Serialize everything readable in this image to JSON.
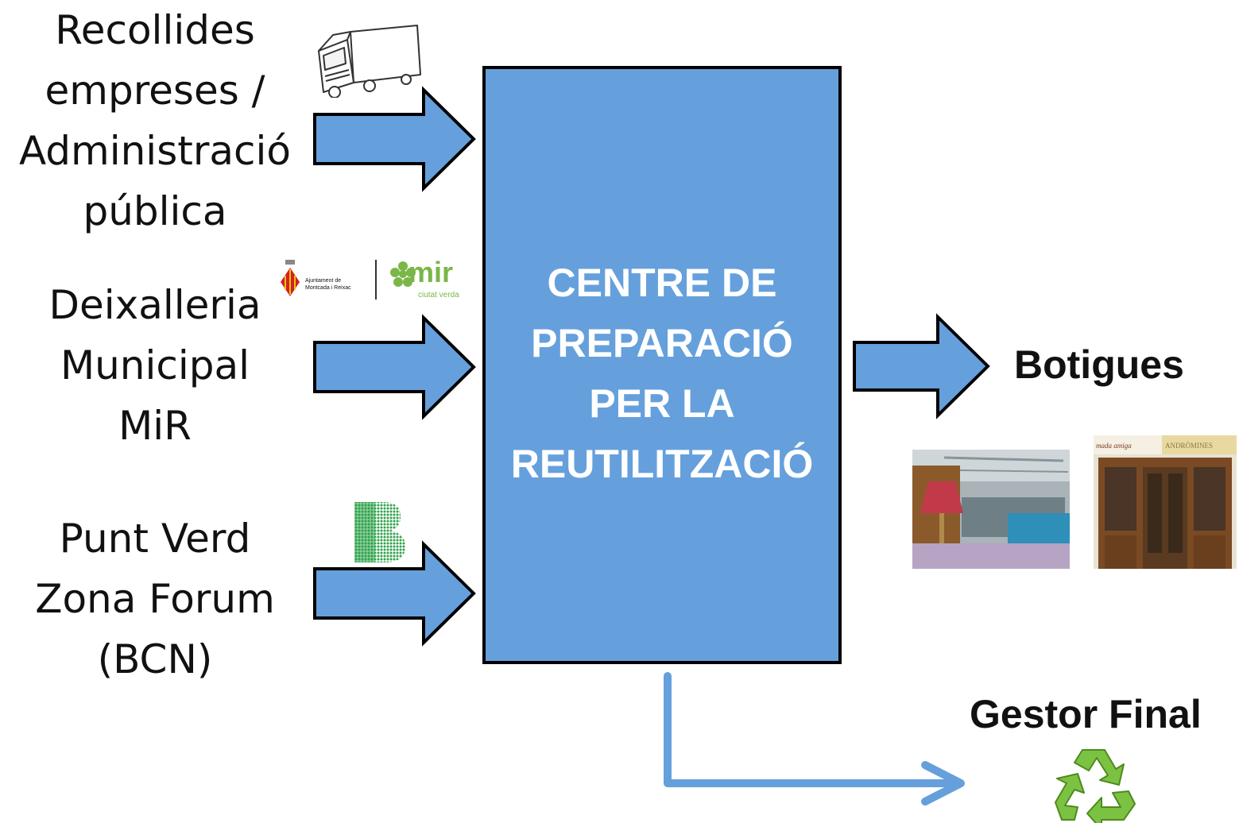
{
  "sources": [
    {
      "label": "Recollides\nempreses /\nAdministració\npública",
      "icon": "truck-icon"
    },
    {
      "label": "Deixalleria\nMunicipal\nMiR",
      "icon": "mir-logo"
    },
    {
      "label": "Punt Verd\nZona Forum\n(BCN)",
      "icon": "b-logo"
    }
  ],
  "center": {
    "label": "CENTRE DE\nPREPARACIÓ\nPER LA\nREUTILITZACIÓ"
  },
  "outputs": {
    "botigues": "Botigues",
    "gestor_final": "Gestor Final"
  },
  "logos": {
    "ajuntament_line1": "Ajuntament de",
    "ajuntament_line2": "Montcada i Reixac",
    "mir_text": "mir",
    "mir_sub": "ciutat verda",
    "shop_sign_left": "mada amiga",
    "shop_sign_right": "ANDRÒMINES"
  },
  "colors": {
    "box_fill": "#65a0dc",
    "arrow_fill": "#65a0dc",
    "outline": "#000000",
    "center_text": "#ffffff",
    "recycle_green": "#7cc242",
    "mir_green": "#7ab648"
  }
}
